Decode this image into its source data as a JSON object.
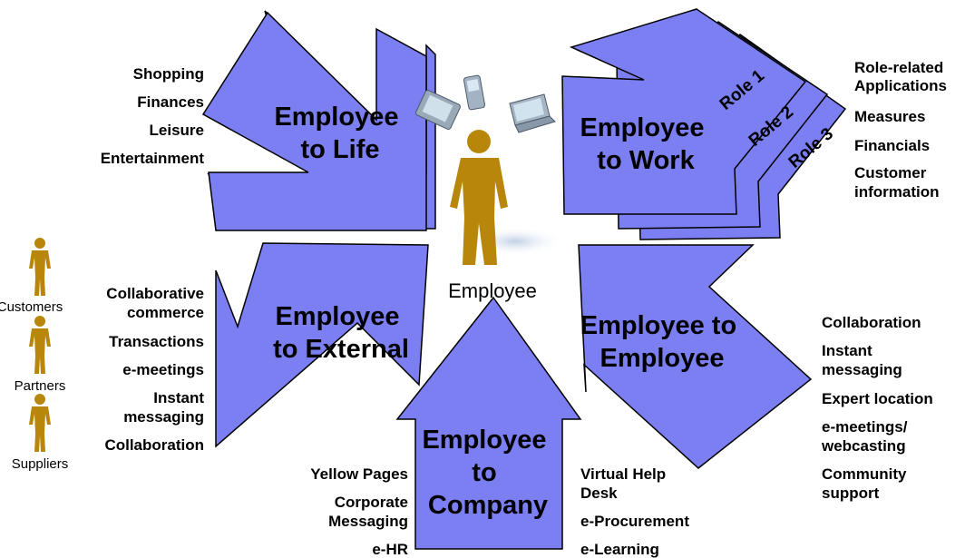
{
  "center": {
    "label": "Employee"
  },
  "arrows": {
    "life": [
      "Employee",
      "to Life"
    ],
    "work": [
      "Employee",
      "to Work"
    ],
    "external": [
      "Employee",
      "to External"
    ],
    "employee": [
      "Employee to",
      "Employee"
    ],
    "company": [
      "Employee",
      "to",
      "Company"
    ]
  },
  "roles": [
    "Role 1",
    "Role 2",
    "Role 3"
  ],
  "people": [
    "Customers",
    "Partners",
    "Suppliers"
  ],
  "lists": {
    "life": [
      "Shopping",
      "Finances",
      "Leisure",
      "Entertainment"
    ],
    "work": [
      "Role-related",
      "Applications",
      "Measures",
      "Financials",
      "Customer",
      "information"
    ],
    "external": [
      "Collaborative",
      "commerce",
      "Transactions",
      "e-meetings",
      "Instant",
      "messaging",
      "Collaboration"
    ],
    "employee": [
      "Collaboration",
      "Instant",
      "messaging",
      "Expert location",
      "e-meetings/",
      "webcasting",
      "Community",
      "support"
    ],
    "company_left": [
      "Yellow Pages",
      "Corporate",
      "Messaging",
      "e-HR"
    ],
    "company_right": [
      "Virtual Help",
      "Desk",
      "e-Procurement",
      "e-Learning"
    ]
  },
  "colors": {
    "arrow": "#7b7ff2",
    "figure": "#b8860b"
  }
}
